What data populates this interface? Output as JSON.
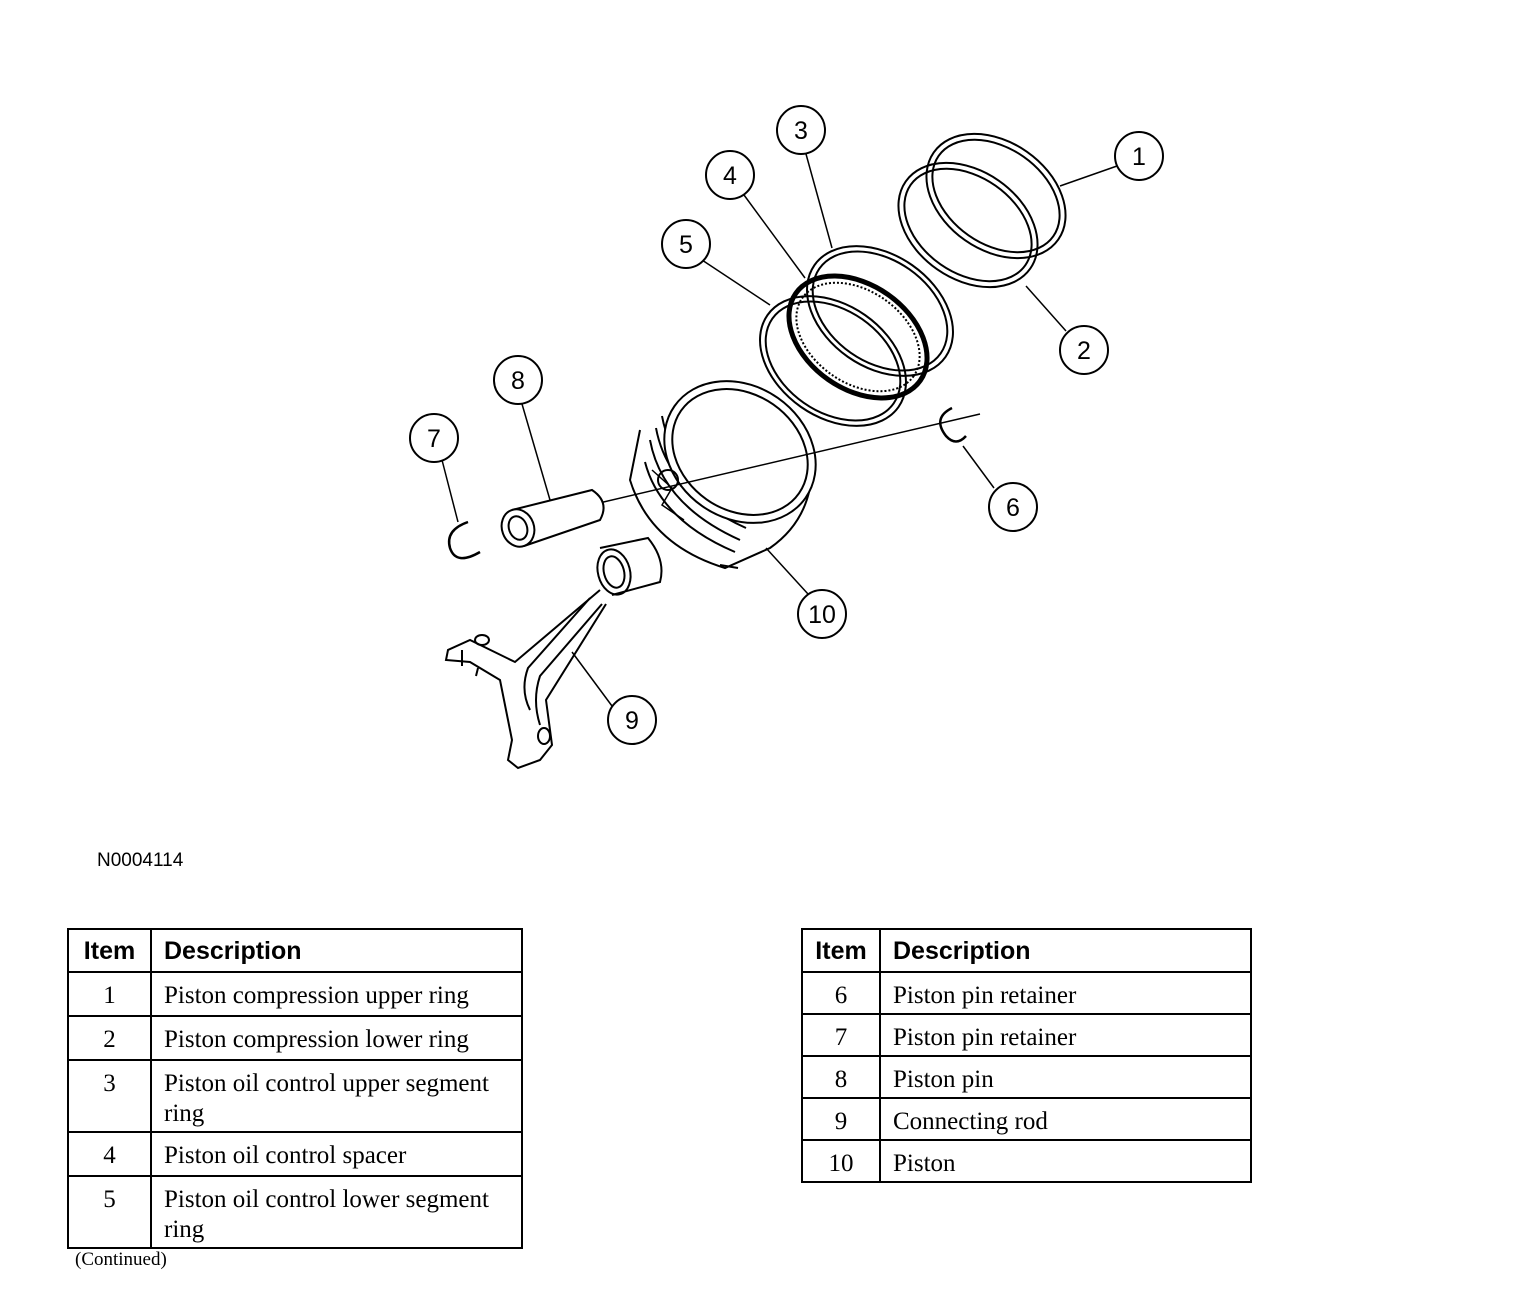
{
  "figure_id": "N0004114",
  "callouts": [
    "1",
    "2",
    "3",
    "4",
    "5",
    "6",
    "7",
    "8",
    "9",
    "10"
  ],
  "table_headers": {
    "item": "Item",
    "description": "Description"
  },
  "table_left": [
    {
      "item": "1",
      "description": "Piston compression upper ring"
    },
    {
      "item": "2",
      "description": "Piston compression lower ring"
    },
    {
      "item": "3",
      "description": "Piston oil control upper segment ring"
    },
    {
      "item": "4",
      "description": "Piston oil control spacer"
    },
    {
      "item": "5",
      "description": "Piston oil control lower segment ring"
    }
  ],
  "table_right": [
    {
      "item": "6",
      "description": "Piston pin retainer"
    },
    {
      "item": "7",
      "description": "Piston pin retainer"
    },
    {
      "item": "8",
      "description": "Piston pin"
    },
    {
      "item": "9",
      "description": "Connecting rod"
    },
    {
      "item": "10",
      "description": "Piston"
    }
  ],
  "continued_note": "(Continued)"
}
